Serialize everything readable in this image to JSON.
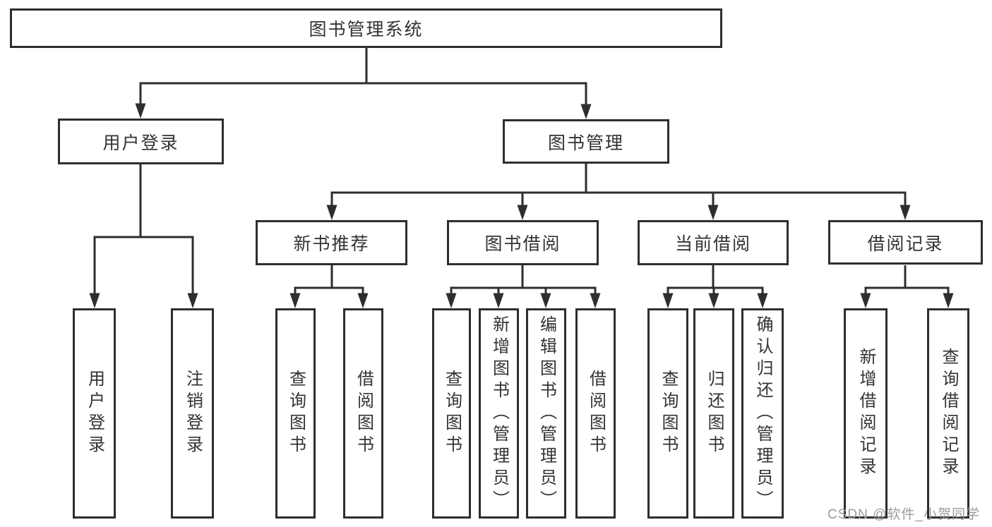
{
  "colors": {
    "line": "#2e2e2e",
    "text": "#333333",
    "background": "#ffffff",
    "watermark": "#9b9b9b"
  },
  "watermark": {
    "text": "CSDN @软件_小贺同学"
  },
  "tree": {
    "root": {
      "label": "图书管理系统"
    },
    "branches": [
      {
        "label": "用户登录",
        "children": [
          {
            "label": "用户登录"
          },
          {
            "label": "注销登录"
          }
        ]
      },
      {
        "label": "图书管理",
        "children": [
          {
            "label": "新书推荐",
            "children": [
              {
                "label": "查询图书"
              },
              {
                "label": "借阅图书"
              }
            ]
          },
          {
            "label": "图书借阅",
            "children": [
              {
                "label": "查询图书"
              },
              {
                "label": "新增图书（管理员）"
              },
              {
                "label": "编辑图书（管理员）"
              },
              {
                "label": "借阅图书"
              }
            ]
          },
          {
            "label": "当前借阅",
            "children": [
              {
                "label": "查询图书"
              },
              {
                "label": "归还图书"
              },
              {
                "label": "确认归还（管理员）"
              }
            ]
          },
          {
            "label": "借阅记录",
            "children": [
              {
                "label": "新增借阅记录"
              },
              {
                "label": "查询借阅记录"
              }
            ]
          }
        ]
      }
    ]
  }
}
